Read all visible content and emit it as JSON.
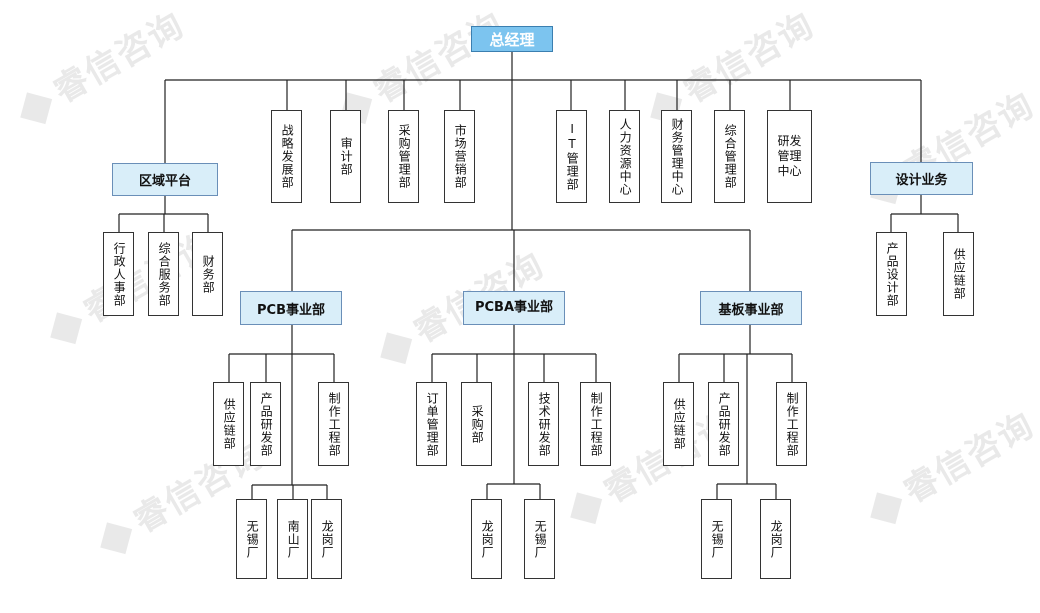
{
  "root": "总经理",
  "watermark": "睿信咨询",
  "nodes": {
    "ceo": "总经理",
    "region": "区域平台",
    "strategy": "战略发展部",
    "audit": "审计部",
    "purchase": "采购管理部",
    "marketing": "市场营销部",
    "it": "IT管理部",
    "hr": "人力资源中心",
    "finance_center": "财务管理中心",
    "general": "综合管理部",
    "rnd": "研发管理中心",
    "design": "设计业务",
    "admin_hr": "行政人事部",
    "general_service": "综合服务部",
    "finance": "财务部",
    "product_design": "产品设计部",
    "supply_chain_d": "供应链部",
    "pcb": "PCB事业部",
    "pcba": "PCBA事业部",
    "substrate": "基板事业部",
    "pcb_supply": "供应链部",
    "pcb_product": "产品研发部",
    "pcb_mfg": "制作工程部",
    "pcba_order": "订单管理部",
    "pcba_purchase": "采购部",
    "pcba_tech": "技术研发部",
    "pcba_mfg": "制作工程部",
    "sub_supply": "供应链部",
    "sub_product": "产品研发部",
    "sub_mfg": "制作工程部",
    "pcb_wuxi": "无锡厂",
    "pcb_nanshan": "南山厂",
    "pcb_longgang": "龙岗厂",
    "pcba_longgang": "龙岗厂",
    "pcba_wuxi": "无锡厂",
    "sub_wuxi": "无锡厂",
    "sub_longgang": "龙岗厂"
  }
}
